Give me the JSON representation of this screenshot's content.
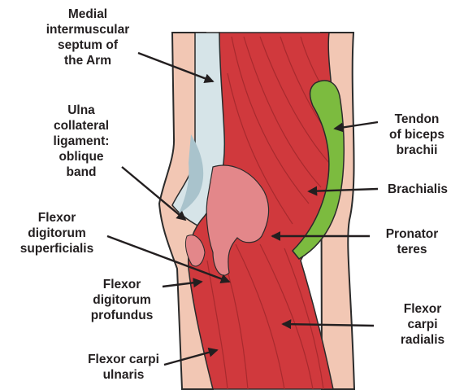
{
  "colors": {
    "skin": "#f2c7b4",
    "skin_outline": "#2b2b2b",
    "septum": "#d6e4e8",
    "ligament_shadow": "#a9c3cc",
    "muscle": "#d0393d",
    "muscle_dark": "#a82a2e",
    "muscle_light": "#e3878a",
    "tendon": "#7cbb3f",
    "arrow": "#231f20",
    "text": "#231f20"
  },
  "labels": {
    "medial_septum": [
      "Medial",
      "intermuscular",
      "septum of",
      "the Arm"
    ],
    "ulna_collateral": [
      "Ulna",
      "collateral",
      "ligament:",
      "oblique",
      "band"
    ],
    "fds": [
      "Flexor",
      "digitorum",
      "superficialis"
    ],
    "fdp": [
      "Flexor",
      "digitorum",
      "profundus"
    ],
    "fcu": [
      "Flexor carpi",
      "ulnaris"
    ],
    "biceps_tendon": [
      "Tendon",
      "of biceps",
      "brachii"
    ],
    "brachialis": [
      "Brachialis"
    ],
    "pronator_teres": [
      "Pronator",
      "teres"
    ],
    "fcr": [
      "Flexor",
      "carpi",
      "radialis"
    ]
  }
}
